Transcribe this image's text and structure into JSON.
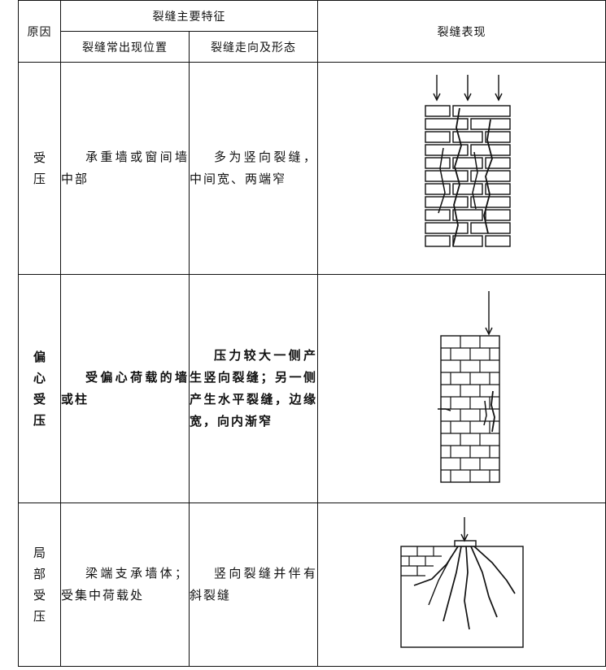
{
  "table": {
    "header": {
      "reason": "原因",
      "features_group": "裂缝主要特征",
      "location": "裂缝常出现位置",
      "direction": "裂缝走向及形态",
      "appearance": "裂缝表现"
    },
    "rows": [
      {
        "reason": "受压",
        "location": "承重墙或窗间墙中部",
        "direction": "多为竖向裂缝，中间宽、两端窄",
        "figure_icon": "vertical-compression-crack-diagram"
      },
      {
        "reason": "偏心受压",
        "location": "受偏心荷载的墙或柱",
        "direction": "压力较大一侧产生竖向裂缝；另一侧产生水平裂缝，边缘宽，向内渐窄",
        "figure_icon": "eccentric-compression-crack-diagram"
      },
      {
        "reason": "局部受压",
        "location": "梁端支承墙体；受集中荷载处",
        "direction": "竖向裂缝并伴有斜裂缝",
        "figure_icon": "local-compression-crack-diagram"
      }
    ]
  }
}
